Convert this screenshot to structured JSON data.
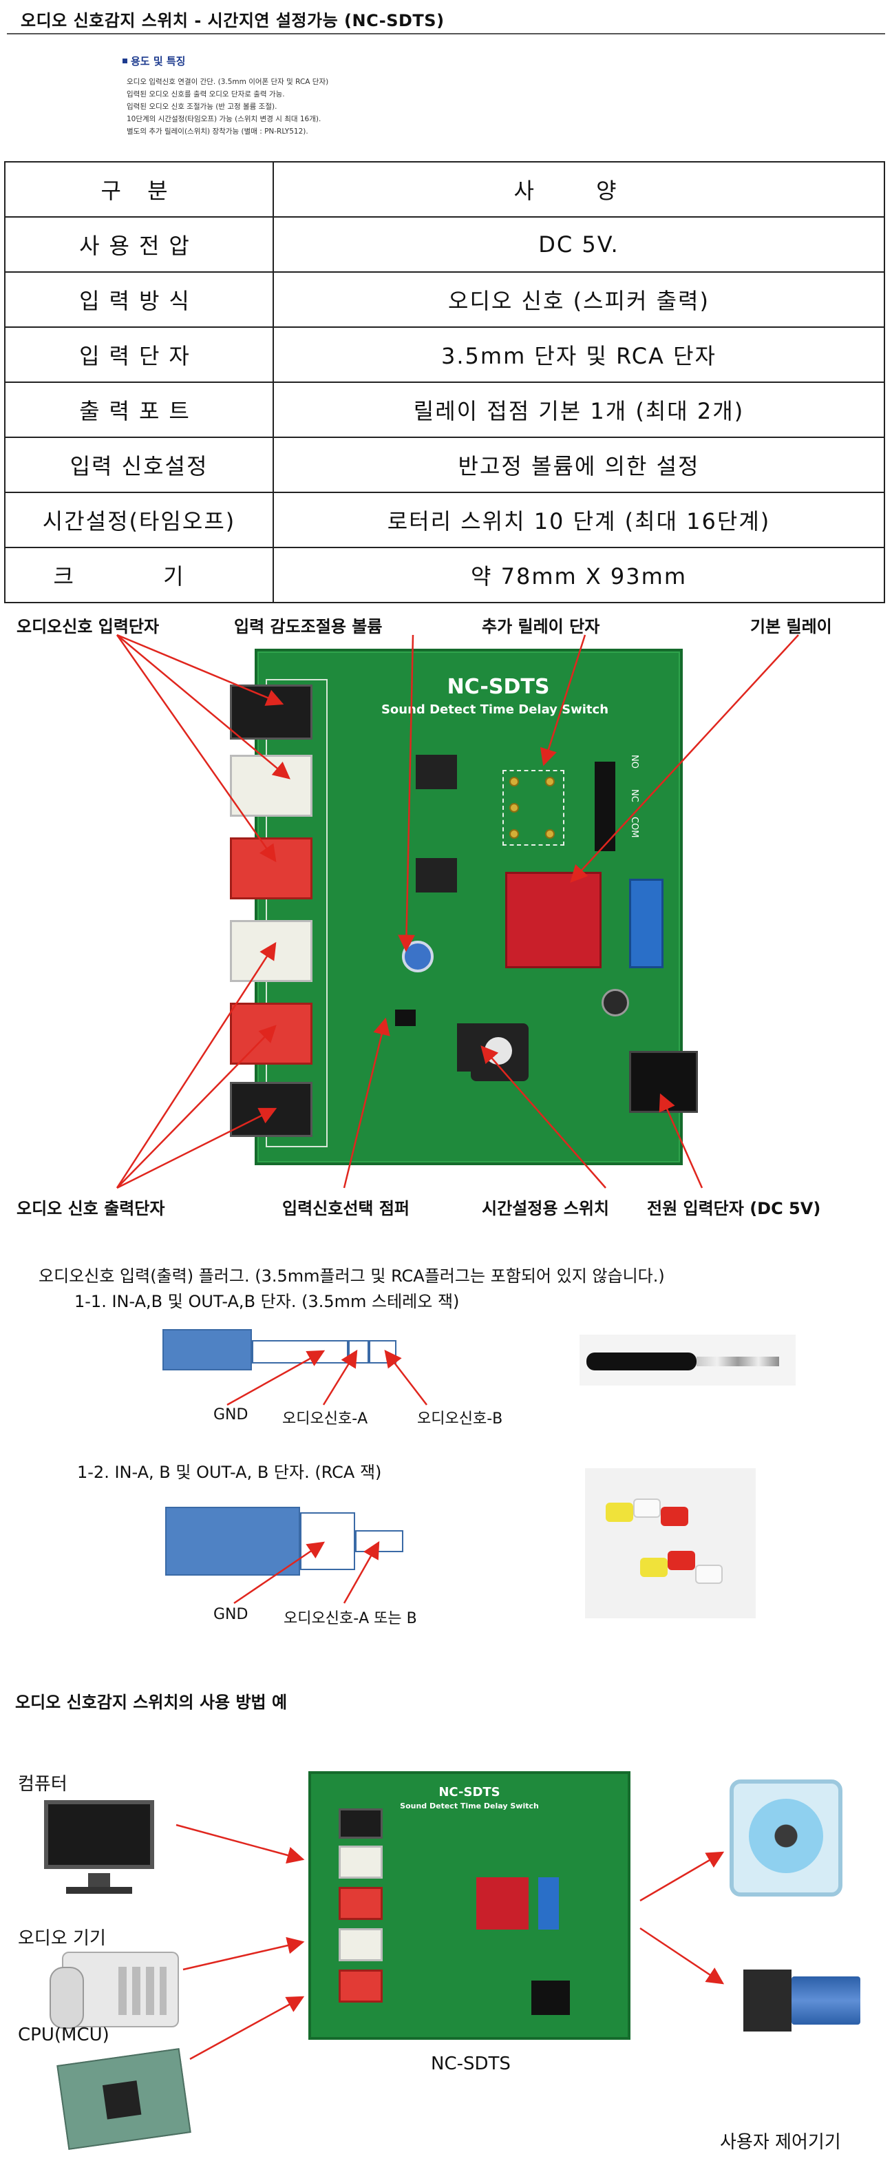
{
  "header": {
    "title": "오디오 신호감지 스위치 - 시간지연 설정가능 (NC-SDTS)"
  },
  "features": {
    "heading": "용도 및 특징",
    "lines": [
      "오디오 입력신호 연결이 간단. (3.5mm 이어폰 단자 및 RCA 단자)",
      "입력된 오디오 신호를 출력 오디오 단자로 출력 가능.",
      "입력된 오디오 신호 조절가능 (반 고정 볼륨 조절).",
      "10단계의 시간설정(타임오프) 가능 (스위치 변경 시 최대 16개).",
      "별도의 추가 릴레이(스위치) 장착가능 (별매 : PN-RLY512)."
    ]
  },
  "spec_table": {
    "header": {
      "label": "구 분",
      "value": "사 양"
    },
    "rows": [
      {
        "label": "사용전압",
        "value": "DC 5V."
      },
      {
        "label": "입력방식",
        "value": "오디오 신호 (스피커 출력)"
      },
      {
        "label": "입력단자",
        "value": "3.5mm 단자 및 RCA 단자"
      },
      {
        "label": "출력포트",
        "value": "릴레이 접점 기본 1개 (최대 2개)"
      },
      {
        "label": "입력 신호설정",
        "value": "반고정 볼륨에 의한 설정"
      },
      {
        "label": "시간설정(타임오프)",
        "value": "로터리 스위치 10 단계 (최대 16단계)"
      },
      {
        "label": "크 기",
        "value": "약 78mm X 93mm"
      }
    ]
  },
  "board_callouts": {
    "audio_input": "오디오신호 입력단자",
    "sensitivity_volume": "입력 감도조절용 볼륨",
    "extra_relay": "추가 릴레이 단자",
    "base_relay": "기본 릴레이",
    "audio_output": "오디오 신호 출력단자",
    "input_jumper": "입력신호선택 점퍼",
    "time_switch": "시간설정용 스위치",
    "power_input": "전원 입력단자 (DC 5V)"
  },
  "board_photo": {
    "model": "NC-SDTS",
    "subtitle": "Sound Detect Time Delay Switch",
    "terminal_nc": "NC",
    "terminal_no": "NO",
    "terminal_com": "COM"
  },
  "plugs": {
    "intro": "오디오신호 입력(출력) 플러그. (3.5mm플러그 및 RCA플러그는 포함되어 있지 않습니다.)",
    "stereo": {
      "title": "1-1. IN-A,B 및 OUT-A,B 단자. (3.5mm 스테레오 잭)",
      "gnd": "GND",
      "signal_a": "오디오신호-A",
      "signal_b": "오디오신호-B"
    },
    "rca": {
      "title": "1-2. IN-A, B 및 OUT-A, B 단자. (RCA 잭)",
      "gnd": "GND",
      "signal": "오디오신호-A 또는 B"
    }
  },
  "usage": {
    "title": "오디오 신호감지 스위치의 사용 방법 예",
    "sources": [
      "컴퓨터",
      "오디오 기기",
      "CPU(MCU)"
    ],
    "device": "NC-SDTS",
    "target": "사용자 제어기기"
  },
  "colors": {
    "pcb_green": "#1f8a3c",
    "plug_blue": "#4f82c4",
    "arrow_red": "#e0261e",
    "heading_blue": "#1d3b8f"
  }
}
